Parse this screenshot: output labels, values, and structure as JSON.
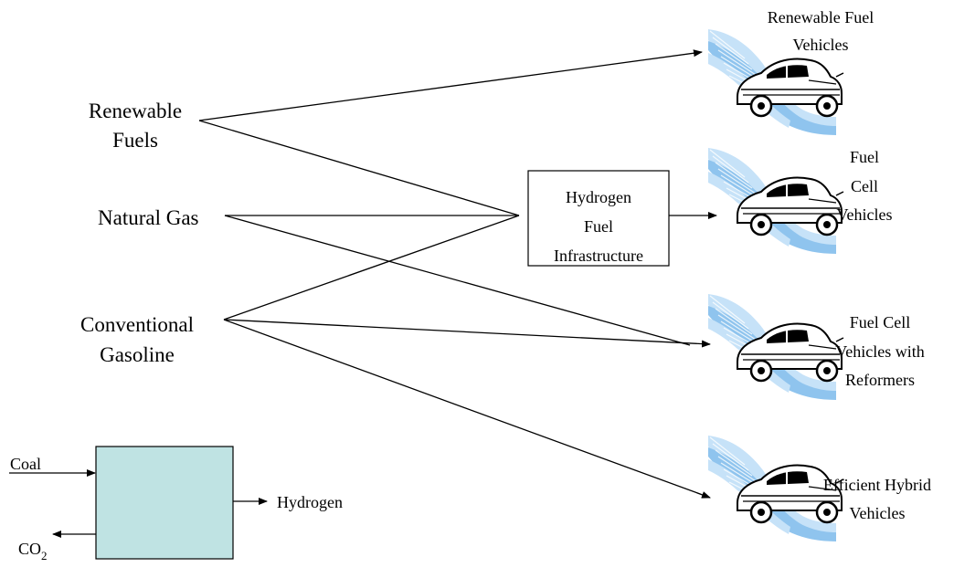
{
  "sources": {
    "renewable": [
      "Renewable",
      "Fuels"
    ],
    "natural_gas": [
      "Natural Gas"
    ],
    "gasoline": [
      "Conventional",
      "Gasoline"
    ]
  },
  "infrastructure": {
    "lines": [
      "Hydrogen",
      "Fuel",
      "Infrastructure"
    ]
  },
  "vehicles": [
    {
      "lines": [
        "Renewable Fuel",
        "Vehicles"
      ]
    },
    {
      "lines": [
        "Fuel",
        "Cell",
        "Vehicles"
      ]
    },
    {
      "lines": [
        "Fuel Cell",
        "Vehicles with",
        "Reformers"
      ]
    },
    {
      "lines": [
        "Efficient Hybrid",
        "Vehicles"
      ]
    }
  ],
  "coal_process": {
    "input_label": "Coal",
    "output_label": "Hydrogen",
    "byproduct_label": "CO",
    "byproduct_subscript": "2",
    "box_fill": "#bfe3e3"
  },
  "colors": {
    "car_streak": "#8fc4ee",
    "car_streak_light": "#c6e2f8",
    "line": "#000000"
  }
}
